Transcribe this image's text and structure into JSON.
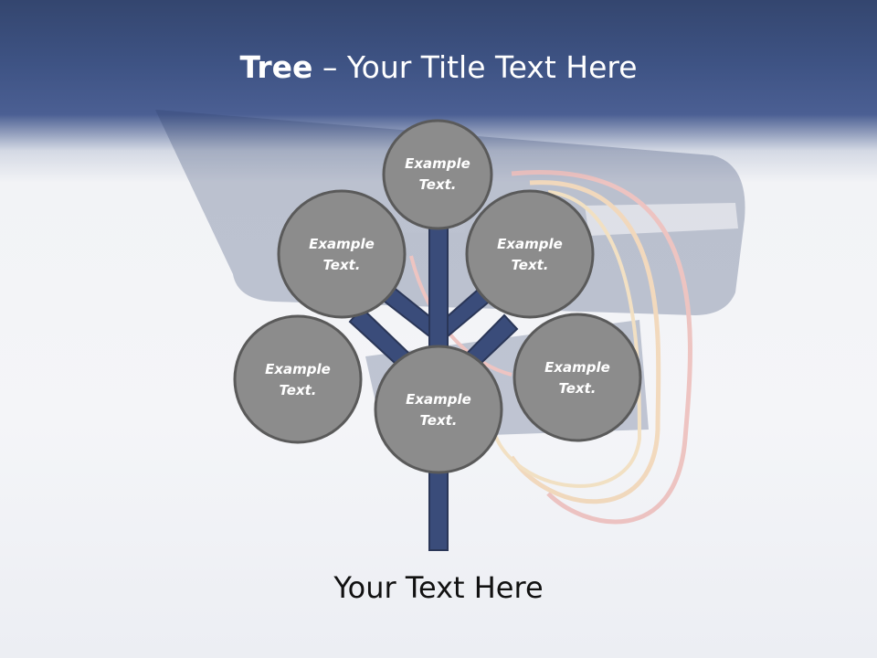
{
  "title": {
    "bold": "Tree",
    "separator": " – ",
    "rest": "Your Title Text Here"
  },
  "caption": "Your Text Here",
  "nodes": [
    {
      "line1": "Example",
      "line2": "Text."
    },
    {
      "line1": "Example",
      "line2": "Text."
    },
    {
      "line1": "Example",
      "line2": "Text."
    },
    {
      "line1": "Example",
      "line2": "Text."
    },
    {
      "line1": "Example",
      "line2": "Text."
    },
    {
      "line1": "Example",
      "line2": "Text."
    }
  ],
  "colors": {
    "header": "#3e5384",
    "trunk_fill": "#3a4c7a",
    "trunk_stroke": "#2a3657",
    "node_fill": "#8c8c8c",
    "node_stroke": "#5a5a5a"
  }
}
